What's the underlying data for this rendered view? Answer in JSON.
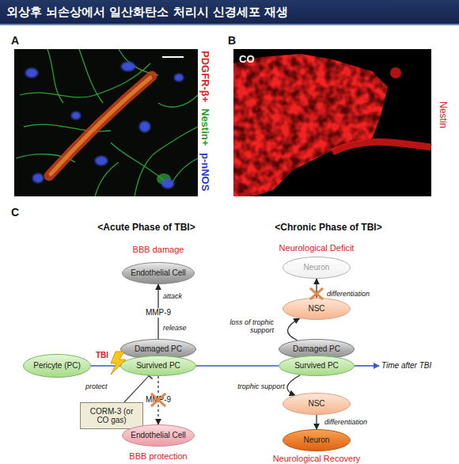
{
  "diagram": {
    "title": "외상후 뇌손상에서 일산화탄소 처리시 신경세포 재생",
    "nodes": [
      {
        "text": [
          "Endothelial Cell"
        ]
      },
      {
        "text": [
          "Pericyte (PC)"
        ]
      },
      {
        "text": [
          "Damaged PC"
        ]
      },
      {
        "text": [
          "Survived PC"
        ]
      },
      {
        "text": [
          "CORM-3 (or CO gas)"
        ]
      },
      {
        "text": [
          "Endothelial Cell"
        ]
      },
      {
        "text": [
          "Neuron"
        ]
      },
      {
        "text": [
          "NSC"
        ]
      },
      {
        "text": [
          "Damaged PC"
        ]
      },
      {
        "text": [
          "Survived PC"
        ]
      },
      {
        "text": [
          "NSC"
        ]
      },
      {
        "text": [
          "Neuron"
        ]
      }
    ],
    "edges": [
      {
        "from": 2,
        "to": 0,
        "arrow": "to"
      },
      {
        "from": 3,
        "to": 5,
        "arrow": "to"
      },
      {
        "from": 1,
        "to": 3,
        "arrow": "none"
      },
      {
        "from": 3,
        "to": 9,
        "arrow": "none"
      },
      {
        "from": 4,
        "to": 3,
        "arrow": "none"
      },
      {
        "from": 8,
        "to": 7,
        "arrow": "to",
        "label": "loss of trophic support"
      },
      {
        "from": 7,
        "to": 6,
        "arrow": "to",
        "label": "differentiation"
      },
      {
        "from": 9,
        "to": 10,
        "arrow": "to",
        "label": "trophic support"
      },
      {
        "from": 10,
        "to": 11,
        "arrow": "to",
        "label": "differentiation"
      }
    ],
    "labels": [
      "A",
      "PDGFR-β+",
      "Nestin+",
      "p-nNOS",
      "B",
      "CO",
      "Nestin",
      "C",
      "<Acute Phase of TBI>",
      "<Chronic Phase of TBI>",
      "BBB damage",
      "attack",
      "MMP-9",
      "release",
      "TBI",
      "protect",
      "MMP-9",
      "BBB protection",
      "Time after TBI",
      "Neurological Deficit",
      "Neurological Recovery"
    ]
  }
}
